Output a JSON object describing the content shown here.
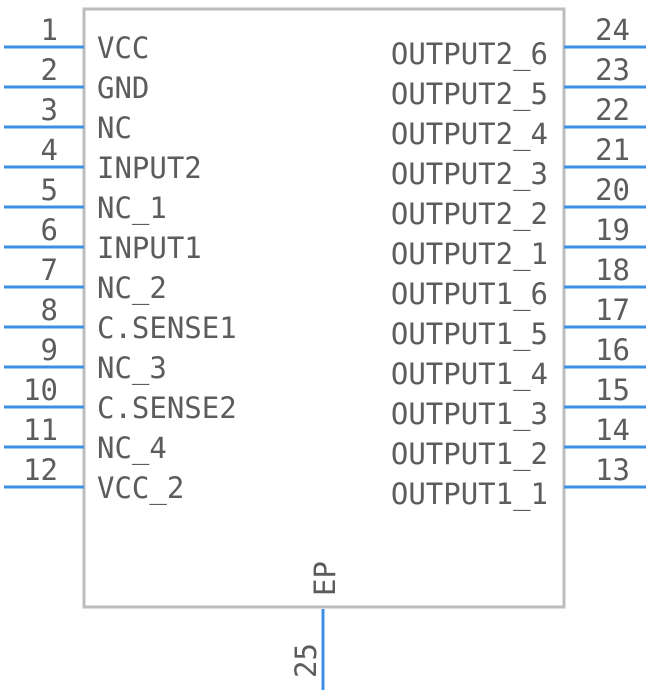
{
  "colors": {
    "pin": "#3d8fe6",
    "body": "#bdbdbd",
    "text": "#5c5c5c"
  },
  "left_pins": [
    {
      "num": "1",
      "name": "VCC"
    },
    {
      "num": "2",
      "name": "GND"
    },
    {
      "num": "3",
      "name": "NC"
    },
    {
      "num": "4",
      "name": "INPUT2"
    },
    {
      "num": "5",
      "name": "NC_1"
    },
    {
      "num": "6",
      "name": "INPUT1"
    },
    {
      "num": "7",
      "name": "NC_2"
    },
    {
      "num": "8",
      "name": "C.SENSE1"
    },
    {
      "num": "9",
      "name": "NC_3"
    },
    {
      "num": "10",
      "name": "C.SENSE2"
    },
    {
      "num": "11",
      "name": "NC_4"
    },
    {
      "num": "12",
      "name": "VCC_2"
    }
  ],
  "right_pins": [
    {
      "num": "24",
      "name": "OUTPUT2_6"
    },
    {
      "num": "23",
      "name": "OUTPUT2_5"
    },
    {
      "num": "22",
      "name": "OUTPUT2_4"
    },
    {
      "num": "21",
      "name": "OUTPUT2_3"
    },
    {
      "num": "20",
      "name": "OUTPUT2_2"
    },
    {
      "num": "19",
      "name": "OUTPUT2_1"
    },
    {
      "num": "18",
      "name": "OUTPUT1_6"
    },
    {
      "num": "17",
      "name": "OUTPUT1_5"
    },
    {
      "num": "16",
      "name": "OUTPUT1_4"
    },
    {
      "num": "15",
      "name": "OUTPUT1_3"
    },
    {
      "num": "14",
      "name": "OUTPUT1_2"
    },
    {
      "num": "13",
      "name": "OUTPUT1_1"
    }
  ],
  "bottom_pin": {
    "num": "25",
    "name": "EP"
  }
}
